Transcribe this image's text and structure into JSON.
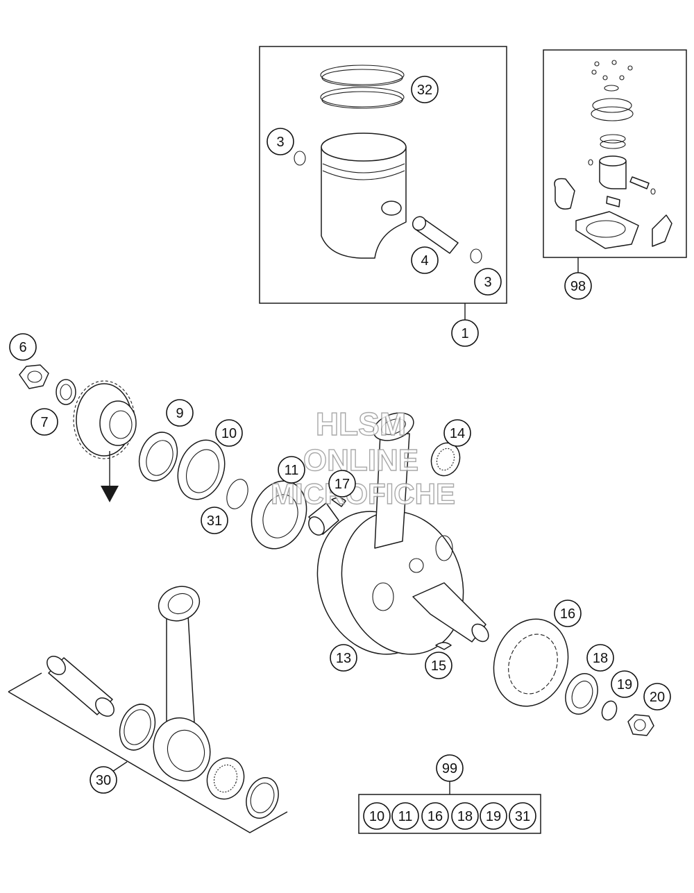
{
  "watermark": {
    "line1": "HLSM",
    "line2": "ONLINE",
    "line3": "MICROFICHE"
  },
  "callouts": {
    "c1": "1",
    "c3a": "3",
    "c3b": "3",
    "c4": "4",
    "c6": "6",
    "c7": "7",
    "c9": "9",
    "c10": "10",
    "c11": "11",
    "c13": "13",
    "c14": "14",
    "c15": "15",
    "c16": "16",
    "c17": "17",
    "c18": "18",
    "c19": "19",
    "c20": "20",
    "c30": "30",
    "c31": "31",
    "c32": "32",
    "c98": "98",
    "c99": "99"
  },
  "kit_99_contents": [
    "10",
    "11",
    "16",
    "18",
    "19",
    "31"
  ],
  "colors": {
    "line": "#1a1a1a",
    "background": "#ffffff",
    "watermark_outline": "#9a9a9a"
  }
}
